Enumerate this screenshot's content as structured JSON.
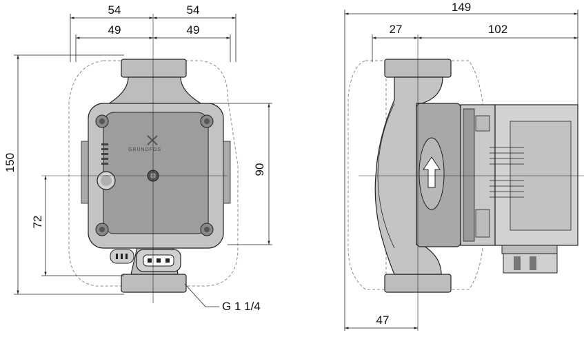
{
  "front_view": {
    "dim_top_left_outer": "54",
    "dim_top_right_outer": "54",
    "dim_top_left_inner": "49",
    "dim_top_right_inner": "49",
    "dim_left_total": "150",
    "dim_left_lower": "72",
    "dim_right": "90",
    "thread_label": "G 1 1/4",
    "brand_logo": "GRUNDFOS"
  },
  "side_view": {
    "dim_total": "149",
    "dim_left": "27",
    "dim_right": "102",
    "dim_bottom": "47"
  },
  "colors": {
    "line": "#222222",
    "body_fill": "#bdbdbd",
    "body_dark": "#8a8a8a",
    "dashed_outline": "#888888"
  }
}
